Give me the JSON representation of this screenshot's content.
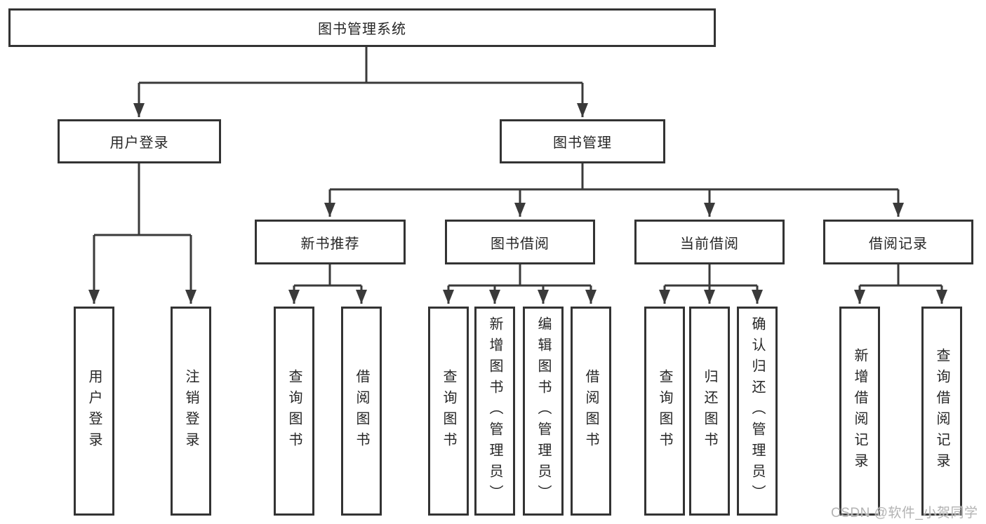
{
  "diagram": {
    "type": "hierarchy-tree",
    "title": "图书管理系统",
    "nodes": {
      "root": "图书管理系统",
      "user_login": "用户登录",
      "book_mgmt": "图书管理",
      "new_book_rec": "新书推荐",
      "book_borrow": "图书借阅",
      "current_borrow": "当前借阅",
      "borrow_record": "借阅记录",
      "a1": "用户登录",
      "a2": "注销登录",
      "b1": "查询图书",
      "b2": "借阅图书",
      "c1": "查询图书",
      "c2": "新增图书（管理员）",
      "c3": "编辑图书（管理员）",
      "c4": "借阅图书",
      "d1": "查询图书",
      "d2": "归还图书",
      "d3": "确认归还（管理员）",
      "e1": "新增借阅记录",
      "e2": "查询借阅记录"
    },
    "edges": [
      {
        "parent": "图书管理系统",
        "children": [
          "用户登录",
          "图书管理"
        ]
      },
      {
        "parent": "用户登录",
        "children": [
          "用户登录",
          "注销登录"
        ]
      },
      {
        "parent": "图书管理",
        "children": [
          "新书推荐",
          "图书借阅",
          "当前借阅",
          "借阅记录"
        ]
      },
      {
        "parent": "新书推荐",
        "children": [
          "查询图书",
          "借阅图书"
        ]
      },
      {
        "parent": "图书借阅",
        "children": [
          "查询图书",
          "新增图书（管理员）",
          "编辑图书（管理员）",
          "借阅图书"
        ]
      },
      {
        "parent": "当前借阅",
        "children": [
          "查询图书",
          "归还图书",
          "确认归还（管理员）"
        ]
      },
      {
        "parent": "借阅记录",
        "children": [
          "新增借阅记录",
          "查询借阅记录"
        ]
      }
    ]
  },
  "watermark": {
    "text": "CSDN @软件_小贺同学"
  },
  "colors": {
    "line": "#3a3a3a",
    "box_border": "#333333",
    "box_fill": "#ffffff",
    "text": "#262626",
    "watermark": "#b3b3b3",
    "background": "#ffffff"
  }
}
